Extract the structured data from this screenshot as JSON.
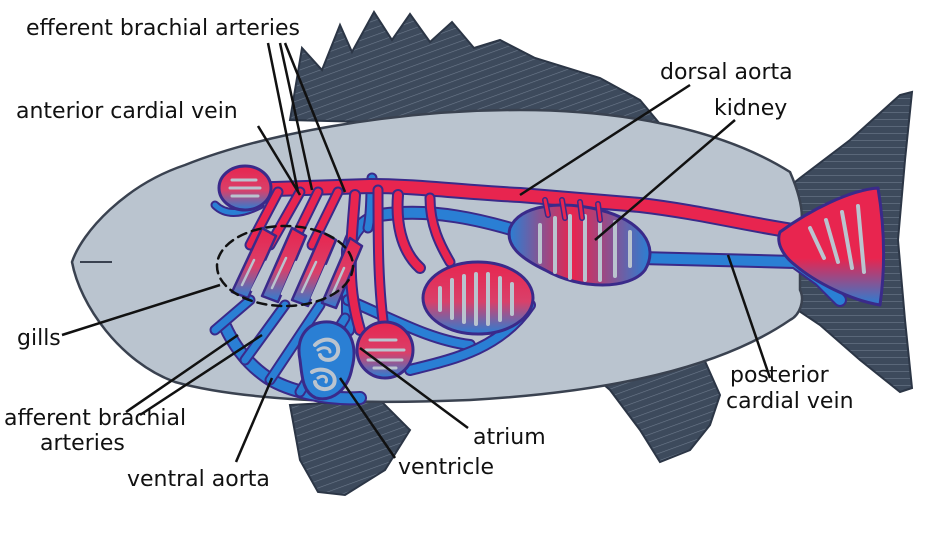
{
  "colors": {
    "background": "#ffffff",
    "body": "#bac4cf",
    "fin": "#3d4a5c",
    "artery_red": "#e8254f",
    "vein_blue": "#2a7fd4",
    "vessel_outline": "#3a2a8a",
    "label_line": "#111111"
  },
  "labels": {
    "efferent": "efferent brachial arteries",
    "anterior_cardial": "anterior cardial vein",
    "dorsal_aorta": "dorsal aorta",
    "kidney": "kidney",
    "gills": "gills",
    "afferent_1": "afferent brachial",
    "afferent_2": "arteries",
    "ventral_aorta": "ventral aorta",
    "ventricle": "ventricle",
    "atrium": "atrium",
    "posterior_1": "posterior",
    "posterior_2": "cardial vein"
  }
}
